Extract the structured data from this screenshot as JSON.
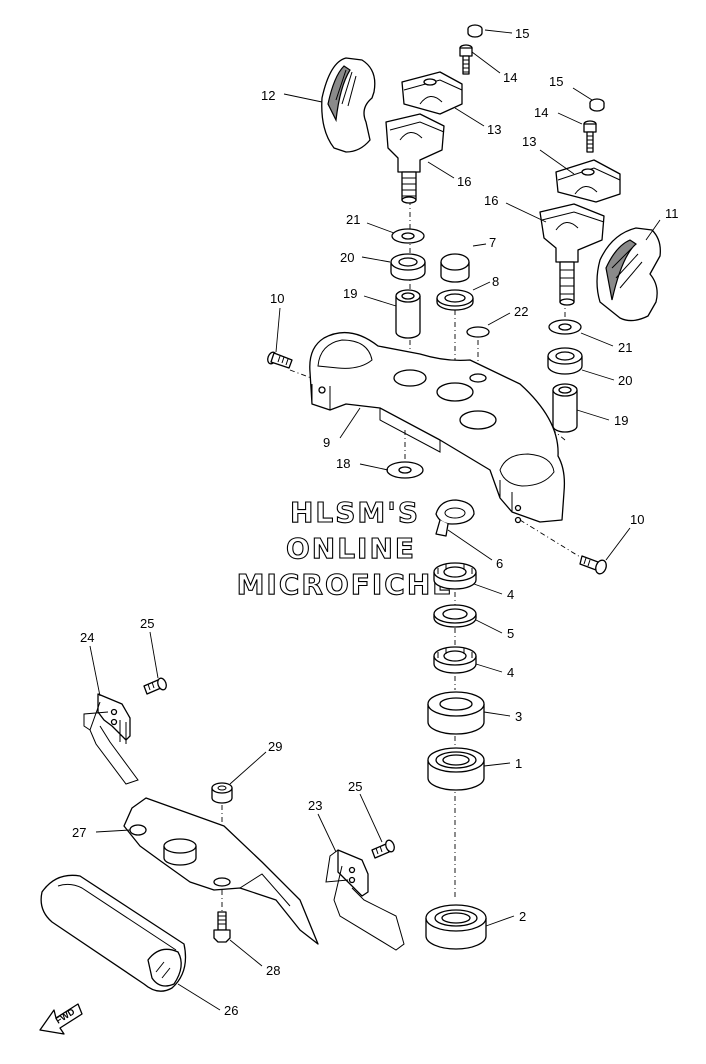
{
  "watermark": {
    "line1": "HLSM'S",
    "line2": "ONLINE",
    "line3": "MICROFICHE"
  },
  "direction_label": "FWD",
  "callouts": {
    "c1": "1",
    "c2": "2",
    "c3": "3",
    "c4a": "4",
    "c4b": "4",
    "c5": "5",
    "c6": "6",
    "c7": "7",
    "c8": "8",
    "c9": "9",
    "c10a": "10",
    "c10b": "10",
    "c11": "11",
    "c12": "12",
    "c13a": "13",
    "c13b": "13",
    "c14a": "14",
    "c14b": "14",
    "c15a": "15",
    "c15b": "15",
    "c16a": "16",
    "c16b": "16",
    "c18": "18",
    "c19a": "19",
    "c19b": "19",
    "c20a": "20",
    "c20b": "20",
    "c21a": "21",
    "c21b": "21",
    "c22": "22",
    "c23": "23",
    "c24": "24",
    "c25a": "25",
    "c25b": "25",
    "c26": "26",
    "c27": "27",
    "c28": "28",
    "c29": "29"
  }
}
